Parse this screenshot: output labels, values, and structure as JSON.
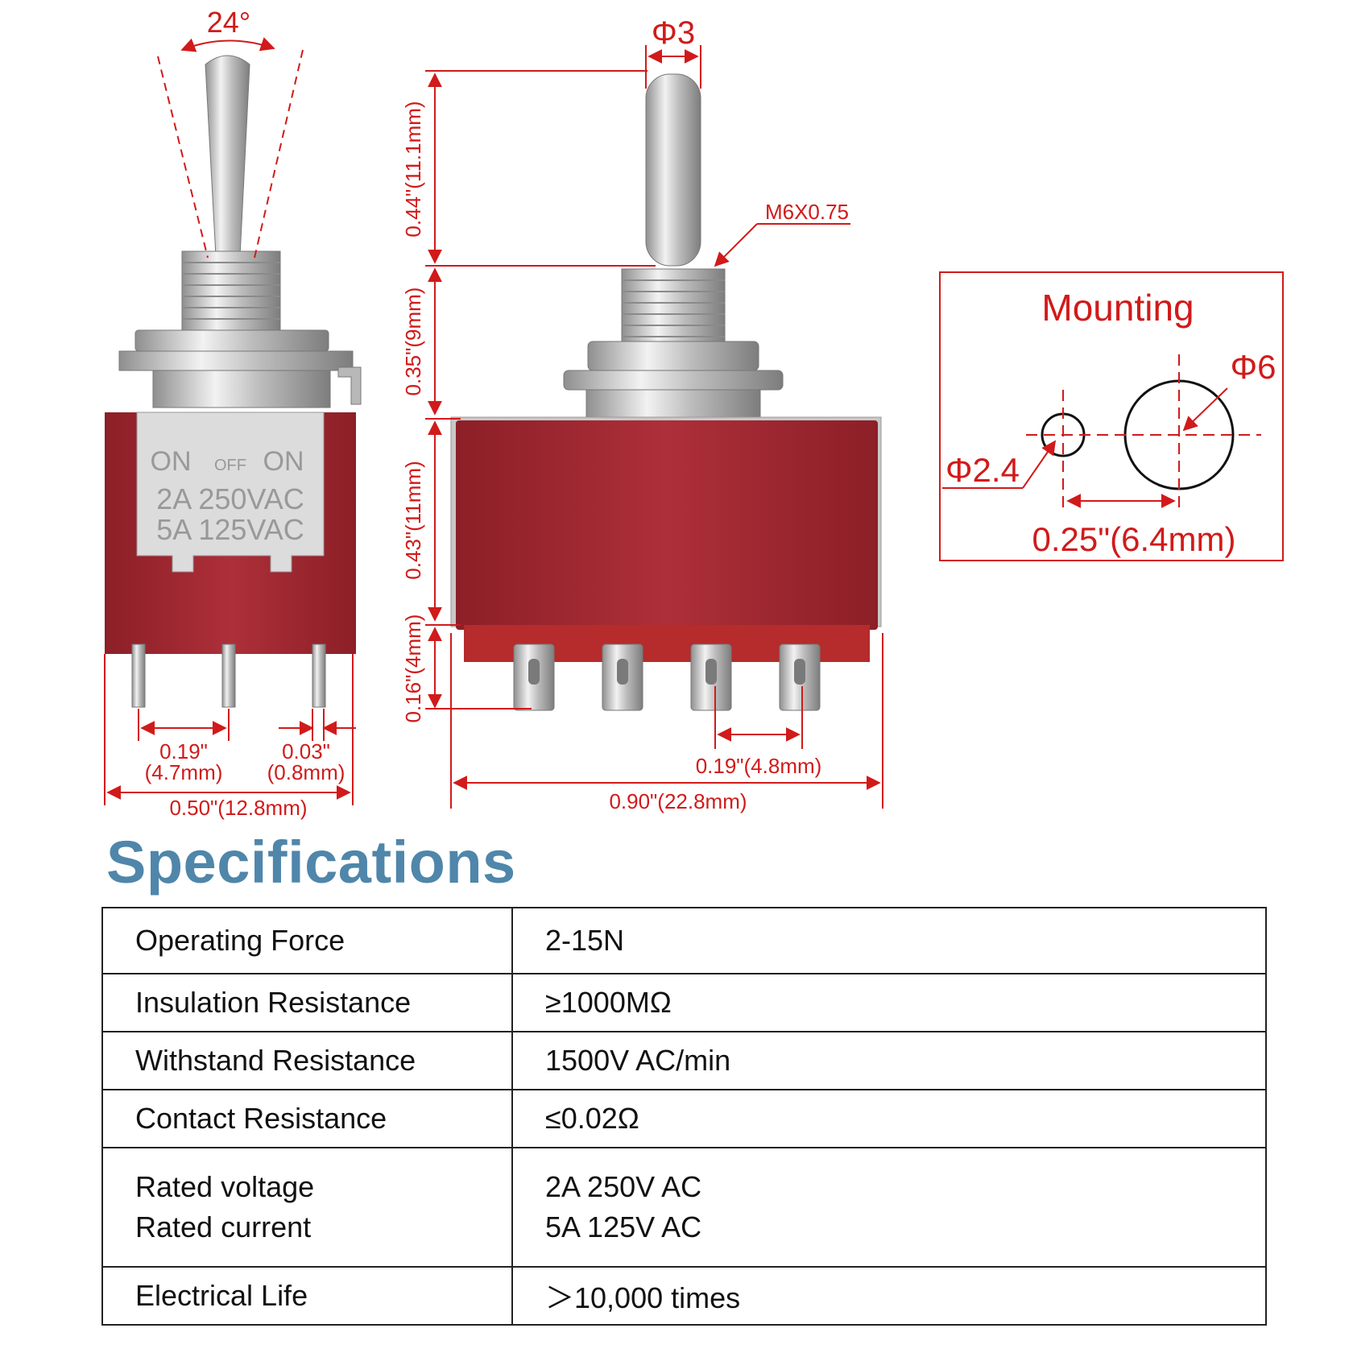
{
  "colors": {
    "dimension": "#d11a1a",
    "switch_body": "#a32a34",
    "metal": "#c9c9c9",
    "heading": "#4f86aa",
    "table_border": "#222222"
  },
  "side_view": {
    "angle": "24°",
    "bracket_labels": {
      "left": "ON",
      "middle": "OFF",
      "right": "ON"
    },
    "rating_1": "2A 250VAC",
    "rating_2": "5A 125VAC",
    "pin_pitch_in": "0.19\"",
    "pin_pitch_mm": "(4.7mm)",
    "pin_width_in": "0.03\"",
    "pin_width_mm": "(0.8mm)",
    "width": "0.50\"(12.8mm)"
  },
  "front_view": {
    "lever_dia": "Φ3",
    "thread": "M6X0.75",
    "lever_height": "0.44\"(11.1mm)",
    "bushing_height": "0.35\"(9mm)",
    "body_height": "0.43\"(11mm)",
    "terminal_height": "0.16\"(4mm)",
    "terminal_pitch": "0.19\"(4.8mm)",
    "width": "0.90\"(22.8mm)"
  },
  "mounting": {
    "title": "Mounting",
    "large_hole": "Φ6",
    "small_hole": "Φ2.4",
    "spacing": "0.25\"(6.4mm)"
  },
  "specs": {
    "title": "Specifications",
    "rows": [
      {
        "name": "Operating Force",
        "value": "2-15N"
      },
      {
        "name": "Insulation Resistance",
        "value": "≥1000MΩ"
      },
      {
        "name": "Withstand Resistance",
        "value": "1500V AC/min"
      },
      {
        "name": "Contact Resistance",
        "value": "≤0.02Ω"
      },
      {
        "name": "Rated voltage",
        "name2": "Rated current",
        "value": "2A 250V AC",
        "value2": "5A 125V AC"
      },
      {
        "name": "Electrical Life",
        "value": "＞10,000 times"
      }
    ]
  }
}
